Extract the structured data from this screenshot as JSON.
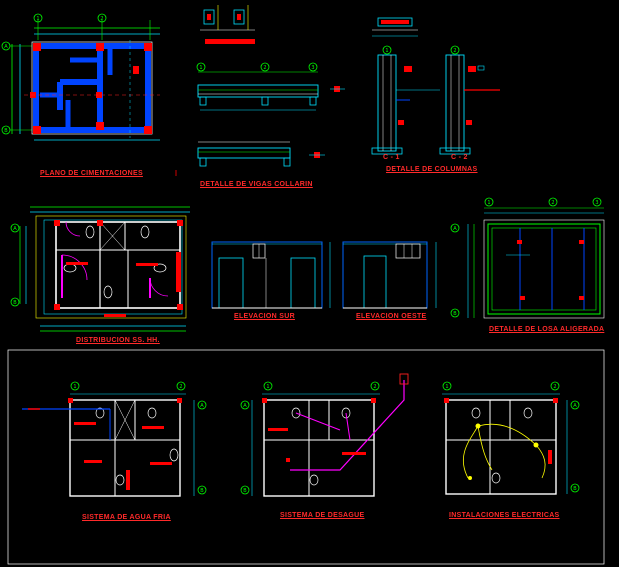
{
  "labels": {
    "plano_cimentaciones": "PLANO  DE CIMENTACIONES",
    "detalle_vigas": "DETALLE DE VIGAS COLLARIN",
    "detalle_columnas": "DETALLE DE COLUMNAS",
    "c1": "C - 1",
    "c2": "C - 2",
    "distribucion": "DISTRIBUCION SS. HH.",
    "elevacion_sur": "ELEVACION SUR",
    "elevacion_oeste": "ELEVACION OESTE",
    "detalle_losa": "DETALLE DE LOSA ALIGERADA",
    "sistema_agua": "SISTEMA DE AGUA FRIA",
    "sistema_desague": "SISTEMA DE DESAGUE",
    "instalaciones": "INSTALACIONES ELECTRICAS"
  },
  "axis_markers": {
    "numbers": [
      "1",
      "2",
      "3"
    ],
    "letters": [
      "A",
      "B"
    ]
  },
  "colors": {
    "background": "#000000",
    "wall": "#ffffff",
    "structure": "#0044ff",
    "column": "#ff0000",
    "dimension": "#00e0ff",
    "grid_axis": "#00ff00",
    "accent": "#ff00ff",
    "electrical": "#ffff00",
    "label": "#ff2a2a"
  }
}
